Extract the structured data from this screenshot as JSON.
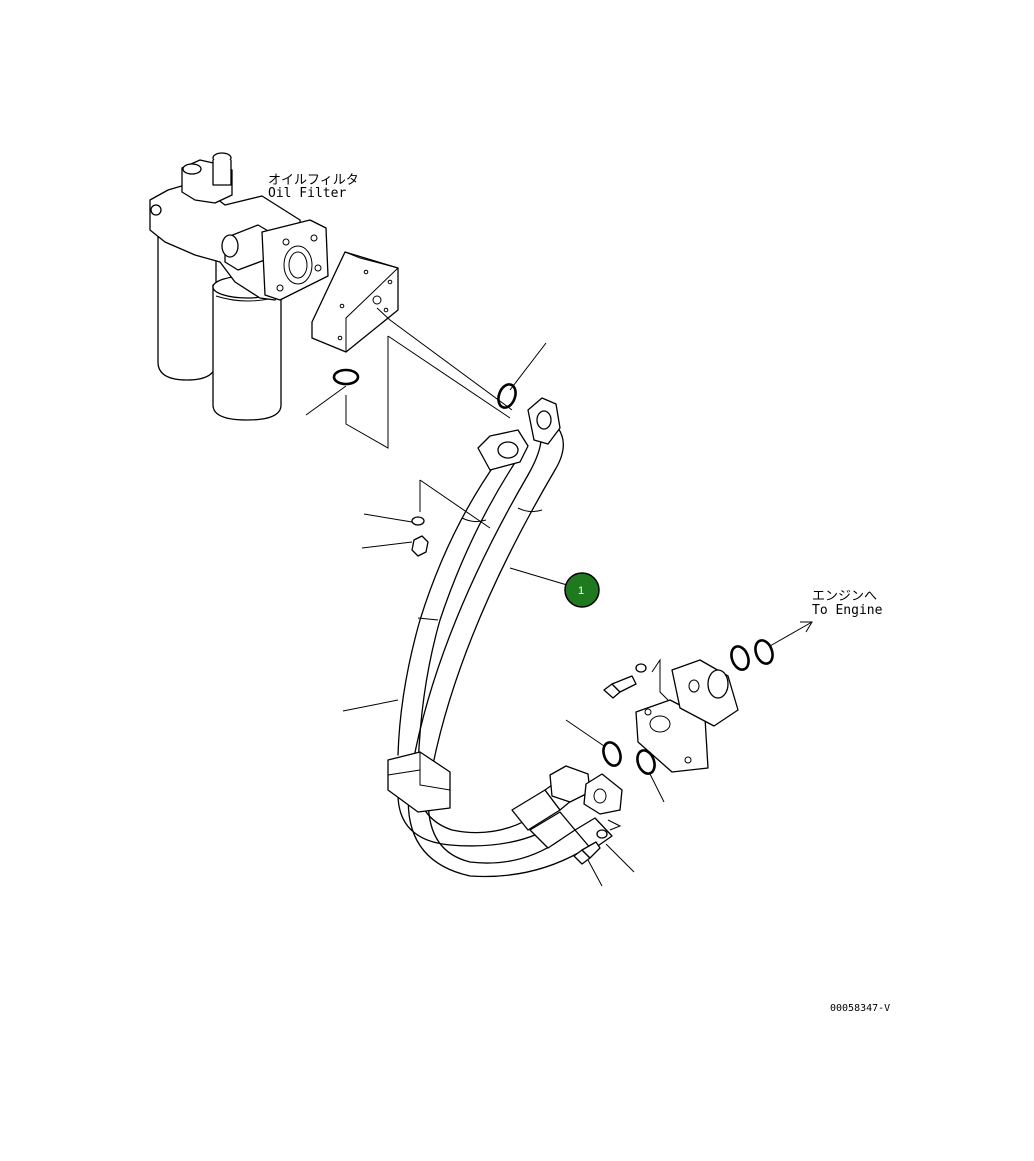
{
  "labels": {
    "oil_filter_jp": "オイルフィルタ",
    "oil_filter_en": "Oil Filter",
    "to_engine_jp": "エンジンへ",
    "to_engine_en": "To Engine",
    "drawing_id": "00058347-V"
  },
  "callouts": [
    {
      "number": "1",
      "color": "#1f7a1f"
    }
  ]
}
